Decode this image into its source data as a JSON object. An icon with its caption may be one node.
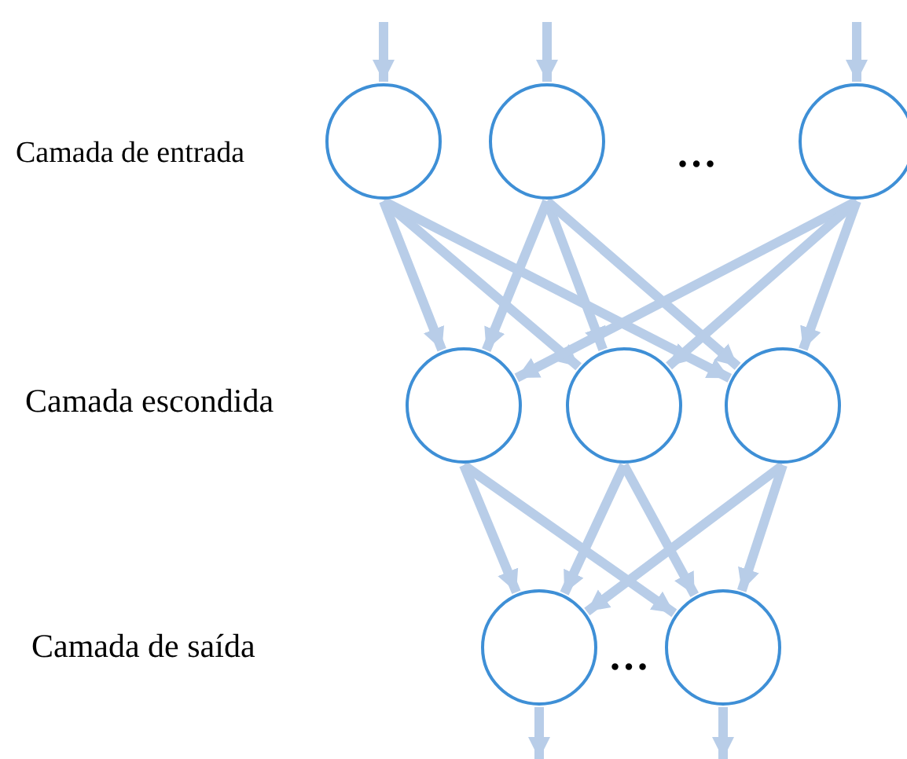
{
  "diagram": {
    "nodes": [
      {
        "text": [],
        "shape": "circle"
      },
      {
        "text": [],
        "shape": "circle"
      },
      {
        "text": [],
        "shape": "circle"
      },
      {
        "text": [],
        "shape": "circle"
      },
      {
        "text": [],
        "shape": "circle"
      },
      {
        "text": [],
        "shape": "circle"
      },
      {
        "text": [],
        "shape": "circle"
      },
      {
        "text": [],
        "shape": "circle"
      }
    ],
    "edges": [
      {
        "from": null,
        "to": 0,
        "arrow": "to"
      },
      {
        "from": null,
        "to": 1,
        "arrow": "to"
      },
      {
        "from": null,
        "to": 2,
        "arrow": "to"
      },
      {
        "from": 0,
        "to": 3,
        "arrow": "to"
      },
      {
        "from": 0,
        "to": 4,
        "arrow": "to"
      },
      {
        "from": 0,
        "to": 5,
        "arrow": "to"
      },
      {
        "from": 1,
        "to": 3,
        "arrow": "to"
      },
      {
        "from": 1,
        "to": 4,
        "arrow": "to"
      },
      {
        "from": 1,
        "to": 5,
        "arrow": "to"
      },
      {
        "from": 2,
        "to": 3,
        "arrow": "to"
      },
      {
        "from": 2,
        "to": 4,
        "arrow": "to"
      },
      {
        "from": 2,
        "to": 5,
        "arrow": "to"
      },
      {
        "from": 3,
        "to": 6,
        "arrow": "to"
      },
      {
        "from": 3,
        "to": 7,
        "arrow": "to"
      },
      {
        "from": 4,
        "to": 6,
        "arrow": "to"
      },
      {
        "from": 4,
        "to": 7,
        "arrow": "to"
      },
      {
        "from": 5,
        "to": 6,
        "arrow": "to"
      },
      {
        "from": 5,
        "to": 7,
        "arrow": "to"
      },
      {
        "from": 6,
        "to": null,
        "arrow": "to"
      },
      {
        "from": 7,
        "to": null,
        "arrow": "to"
      }
    ],
    "labels": [
      "Camada de entrada",
      "…",
      "Camada escondida",
      "Camada de saída",
      "…"
    ]
  }
}
